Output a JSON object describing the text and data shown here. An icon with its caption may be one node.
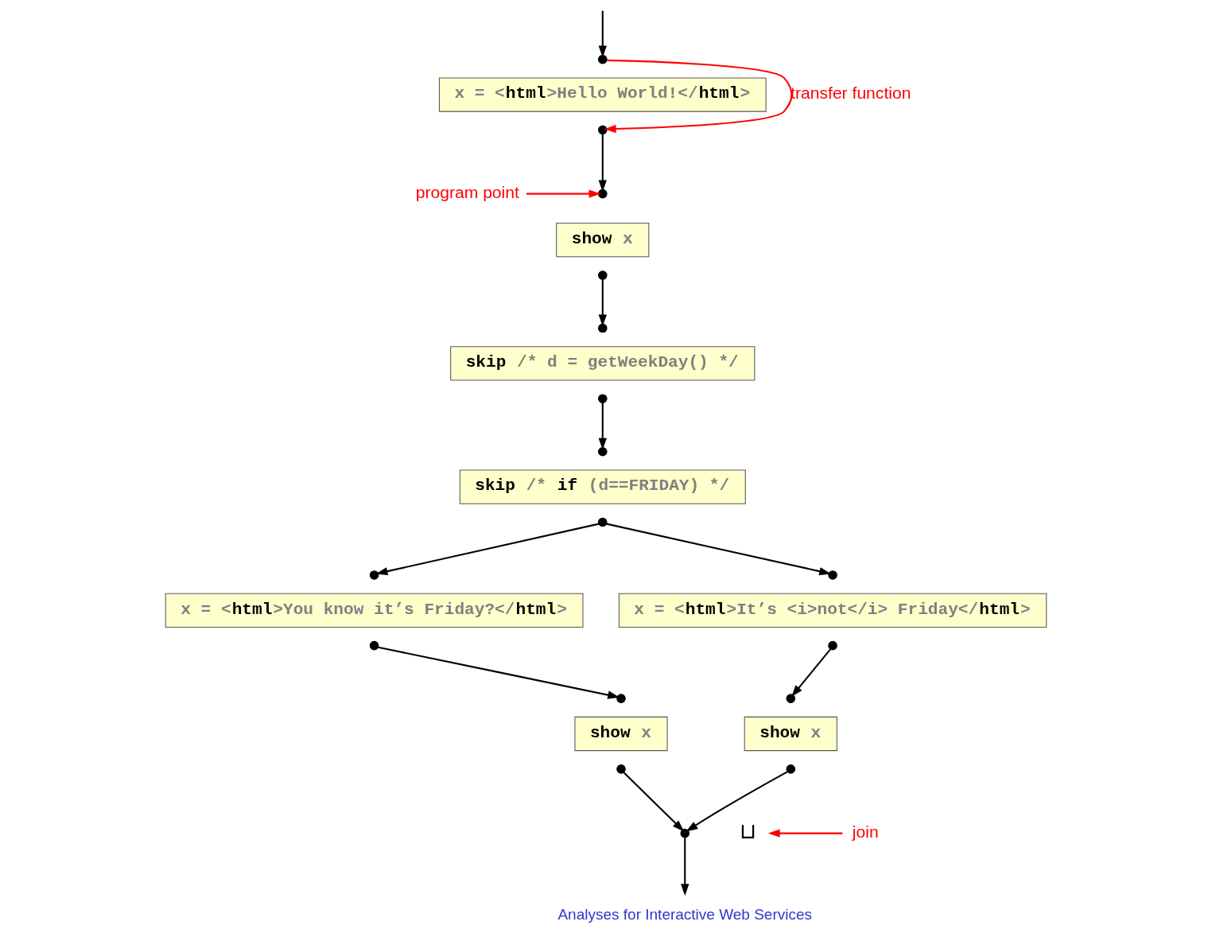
{
  "diagram": {
    "nodes": [
      {
        "text": [],
        "shape": "circle"
      },
      {
        "text": [
          "x = <**html**>Hello World!</**html**>"
        ]
      },
      {
        "text": [],
        "shape": "circle"
      },
      {
        "text": [
          "program point"
        ]
      },
      {
        "text": [],
        "shape": "circle"
      },
      {
        "text": [
          "**show** x"
        ]
      },
      {
        "text": [],
        "shape": "circle"
      },
      {
        "text": [],
        "shape": "circle"
      },
      {
        "text": [
          "**skip** /* d = getWeekDay() */"
        ]
      },
      {
        "text": [],
        "shape": "circle"
      },
      {
        "text": [],
        "shape": "circle"
      },
      {
        "text": [
          "**skip** /* **if** (d==FRIDAY) */"
        ]
      },
      {
        "text": [],
        "shape": "circle"
      },
      {
        "text": [],
        "shape": "circle"
      },
      {
        "text": [],
        "shape": "circle"
      },
      {
        "text": [
          "x = <**html**>You know it’s Friday?</**html**>"
        ]
      },
      {
        "text": [
          "x = <**html**>It’s <i>not</i> Friday</**html**>"
        ]
      },
      {
        "text": [],
        "shape": "circle"
      },
      {
        "text": [],
        "shape": "circle"
      },
      {
        "text": [],
        "shape": "circle"
      },
      {
        "text": [],
        "shape": "circle"
      },
      {
        "text": [
          "**show** x"
        ]
      },
      {
        "text": [
          "**show** x"
        ]
      },
      {
        "text": [],
        "shape": "circle"
      },
      {
        "text": [],
        "shape": "circle"
      },
      {
        "text": [
          "⊔"
        ]
      },
      {
        "text": [
          "join"
        ]
      },
      {
        "text": [],
        "shape": "circle"
      }
    ],
    "edges": [
      {
        "from": null,
        "to": 0,
        "arrow": "to"
      },
      {
        "from": 0,
        "to": 2,
        "arrow": "to",
        "label": "transfer function",
        "color": "#ff0000"
      },
      {
        "from": 2,
        "to": 4,
        "arrow": "to"
      },
      {
        "from": 3,
        "to": 4,
        "arrow": "to",
        "color": "#ff0000"
      },
      {
        "from": 6,
        "to": 7,
        "arrow": "to"
      },
      {
        "from": 9,
        "to": 10,
        "arrow": "to"
      },
      {
        "from": 12,
        "to": 13,
        "arrow": "to"
      },
      {
        "from": 12,
        "to": 14,
        "arrow": "to"
      },
      {
        "from": 17,
        "to": 19,
        "arrow": "to"
      },
      {
        "from": 18,
        "to": 20,
        "arrow": "to"
      },
      {
        "from": 23,
        "to": 27,
        "arrow": "to"
      },
      {
        "from": 24,
        "to": 27,
        "arrow": "to"
      },
      {
        "from": 26,
        "to": 25,
        "arrow": "to",
        "color": "#ff0000"
      },
      {
        "from": 27,
        "to": null,
        "arrow": "to"
      }
    ],
    "labels": [
      "Analyses for Interactive Web Services"
    ]
  }
}
